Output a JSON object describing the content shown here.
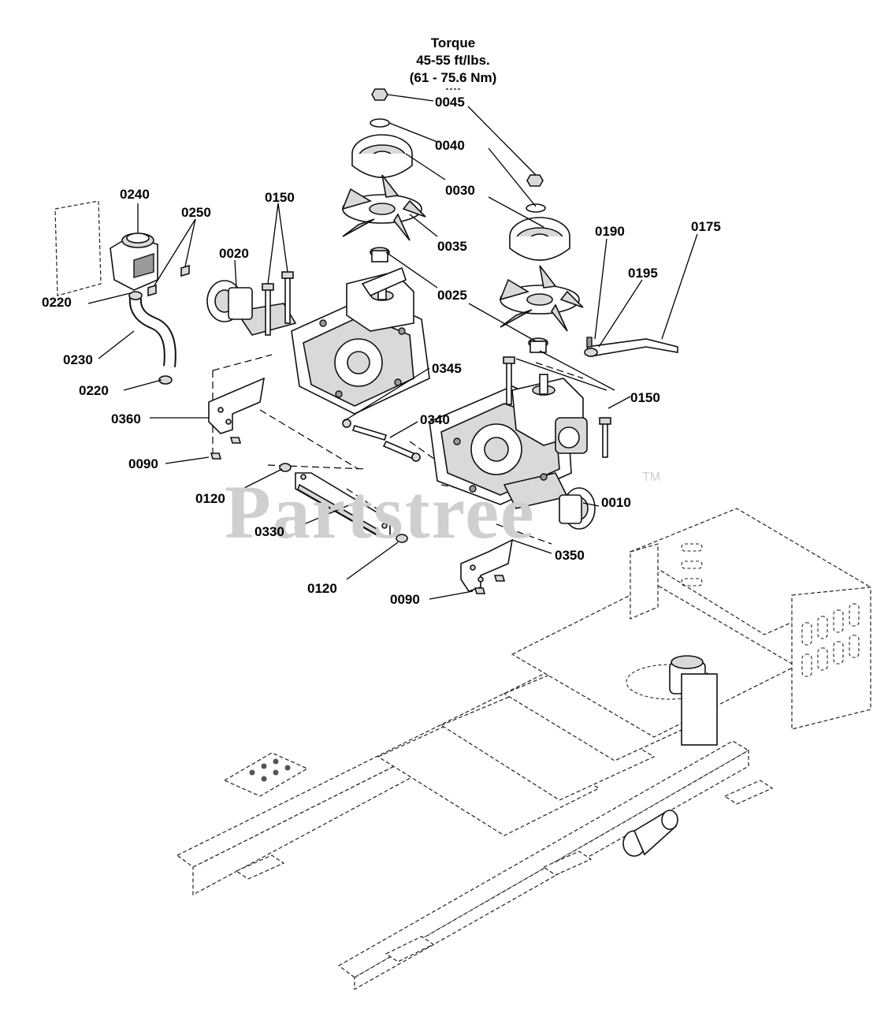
{
  "torque": {
    "line1": "Torque",
    "line2": "45-55 ft/lbs.",
    "line3": "(61 - 75.6 Nm)"
  },
  "labels": {
    "p0045": "0045",
    "p0040": "0040",
    "p0030": "0030",
    "p0035": "0035",
    "p0025": "0025",
    "p0240": "0240",
    "p0250": "0250",
    "p0150a": "0150",
    "p0020": "0020",
    "p0190": "0190",
    "p0175": "0175",
    "p0195": "0195",
    "p0220a": "0220",
    "p0230": "0230",
    "p0220b": "0220",
    "p0345": "0345",
    "p0150b": "0150",
    "p0360": "0360",
    "p0340": "0340",
    "p0090a": "0090",
    "p0120a": "0120",
    "p0010": "0010",
    "p0330": "0330",
    "p0350": "0350",
    "p0120b": "0120",
    "p0090b": "0090"
  },
  "watermark": {
    "text": "Partstree",
    "trademark": "TM"
  }
}
